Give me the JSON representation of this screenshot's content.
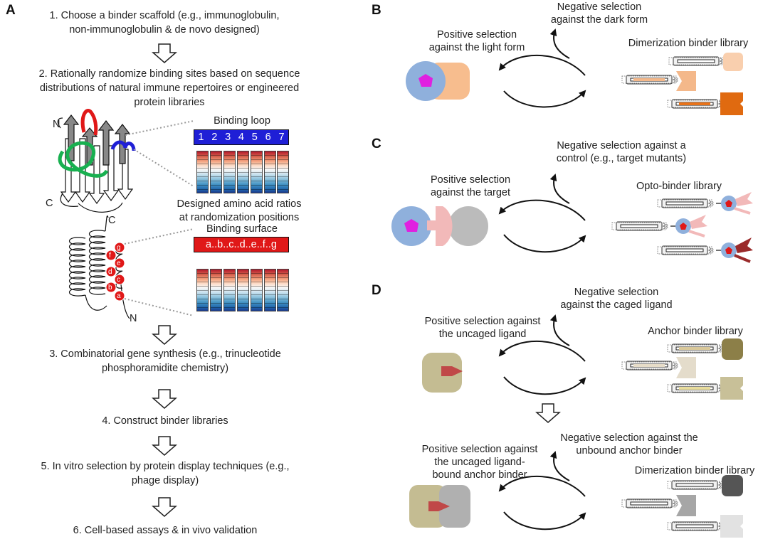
{
  "panels": {
    "a": "A",
    "b": "B",
    "c": "C",
    "d": "D"
  },
  "panel_a": {
    "step1": [
      "1. Choose a binder scaffold (e.g., immunoglobulin,",
      "non-immunoglobulin & de novo designed)"
    ],
    "step2": [
      "2. Rationally randomize binding sites based on sequence",
      "distributions of natural immune repertoires or engineered",
      "protein libraries"
    ],
    "loop_title": "Binding loop",
    "loop_positions": [
      "1",
      "2",
      "3",
      "4",
      "5",
      "6",
      "7"
    ],
    "loop_caption": [
      "Designed amino acid ratios",
      "at randomization positions"
    ],
    "surface_title": "Binding surface",
    "surface_positions": "a..b..c..d..e..f..g",
    "helix_labels": [
      "g",
      "f",
      "e",
      "d",
      "c",
      "b",
      "a"
    ],
    "terminus_n": "N",
    "terminus_c": "C",
    "step3": [
      "3. Combinatorial gene synthesis (e.g., trinucleotide",
      "phosphoramidite chemistry)"
    ],
    "step4": "4. Construct binder libraries",
    "step5": [
      "5. In vitro selection by protein display techniques (e.g.,",
      "phage display)"
    ],
    "step6": "6. Cell-based assays & in vivo validation"
  },
  "panel_b": {
    "negative": [
      "Negative selection",
      "against the dark form"
    ],
    "positive": [
      "Positive selection",
      "against the light form"
    ],
    "library": "Dimerization binder library"
  },
  "panel_c": {
    "negative": [
      "Negative selection against a",
      "control (e.g., target mutants)"
    ],
    "positive": [
      "Positive selection",
      "against the target"
    ],
    "library": "Opto-binder library"
  },
  "panel_d": {
    "negative1": [
      "Negative selection",
      "against the caged ligand"
    ],
    "positive1": [
      "Positive selection against",
      "the uncaged ligand"
    ],
    "library1": "Anchor binder library",
    "negative2": [
      "Negative selection against the",
      "unbound anchor binder"
    ],
    "positive2": [
      "Positive selection against",
      "the uncaged ligand-",
      "bound anchor binder"
    ],
    "library2": "Dimerization binder library"
  },
  "colors": {
    "light_form": "#f7bd8e",
    "target_blue": "#8fb0dc",
    "chromophore": "#e020e0",
    "ligand_red": "#c04848",
    "anchor": "#c4bc92",
    "loop_box": "#1f1fd6",
    "surface_box": "#e01818"
  }
}
